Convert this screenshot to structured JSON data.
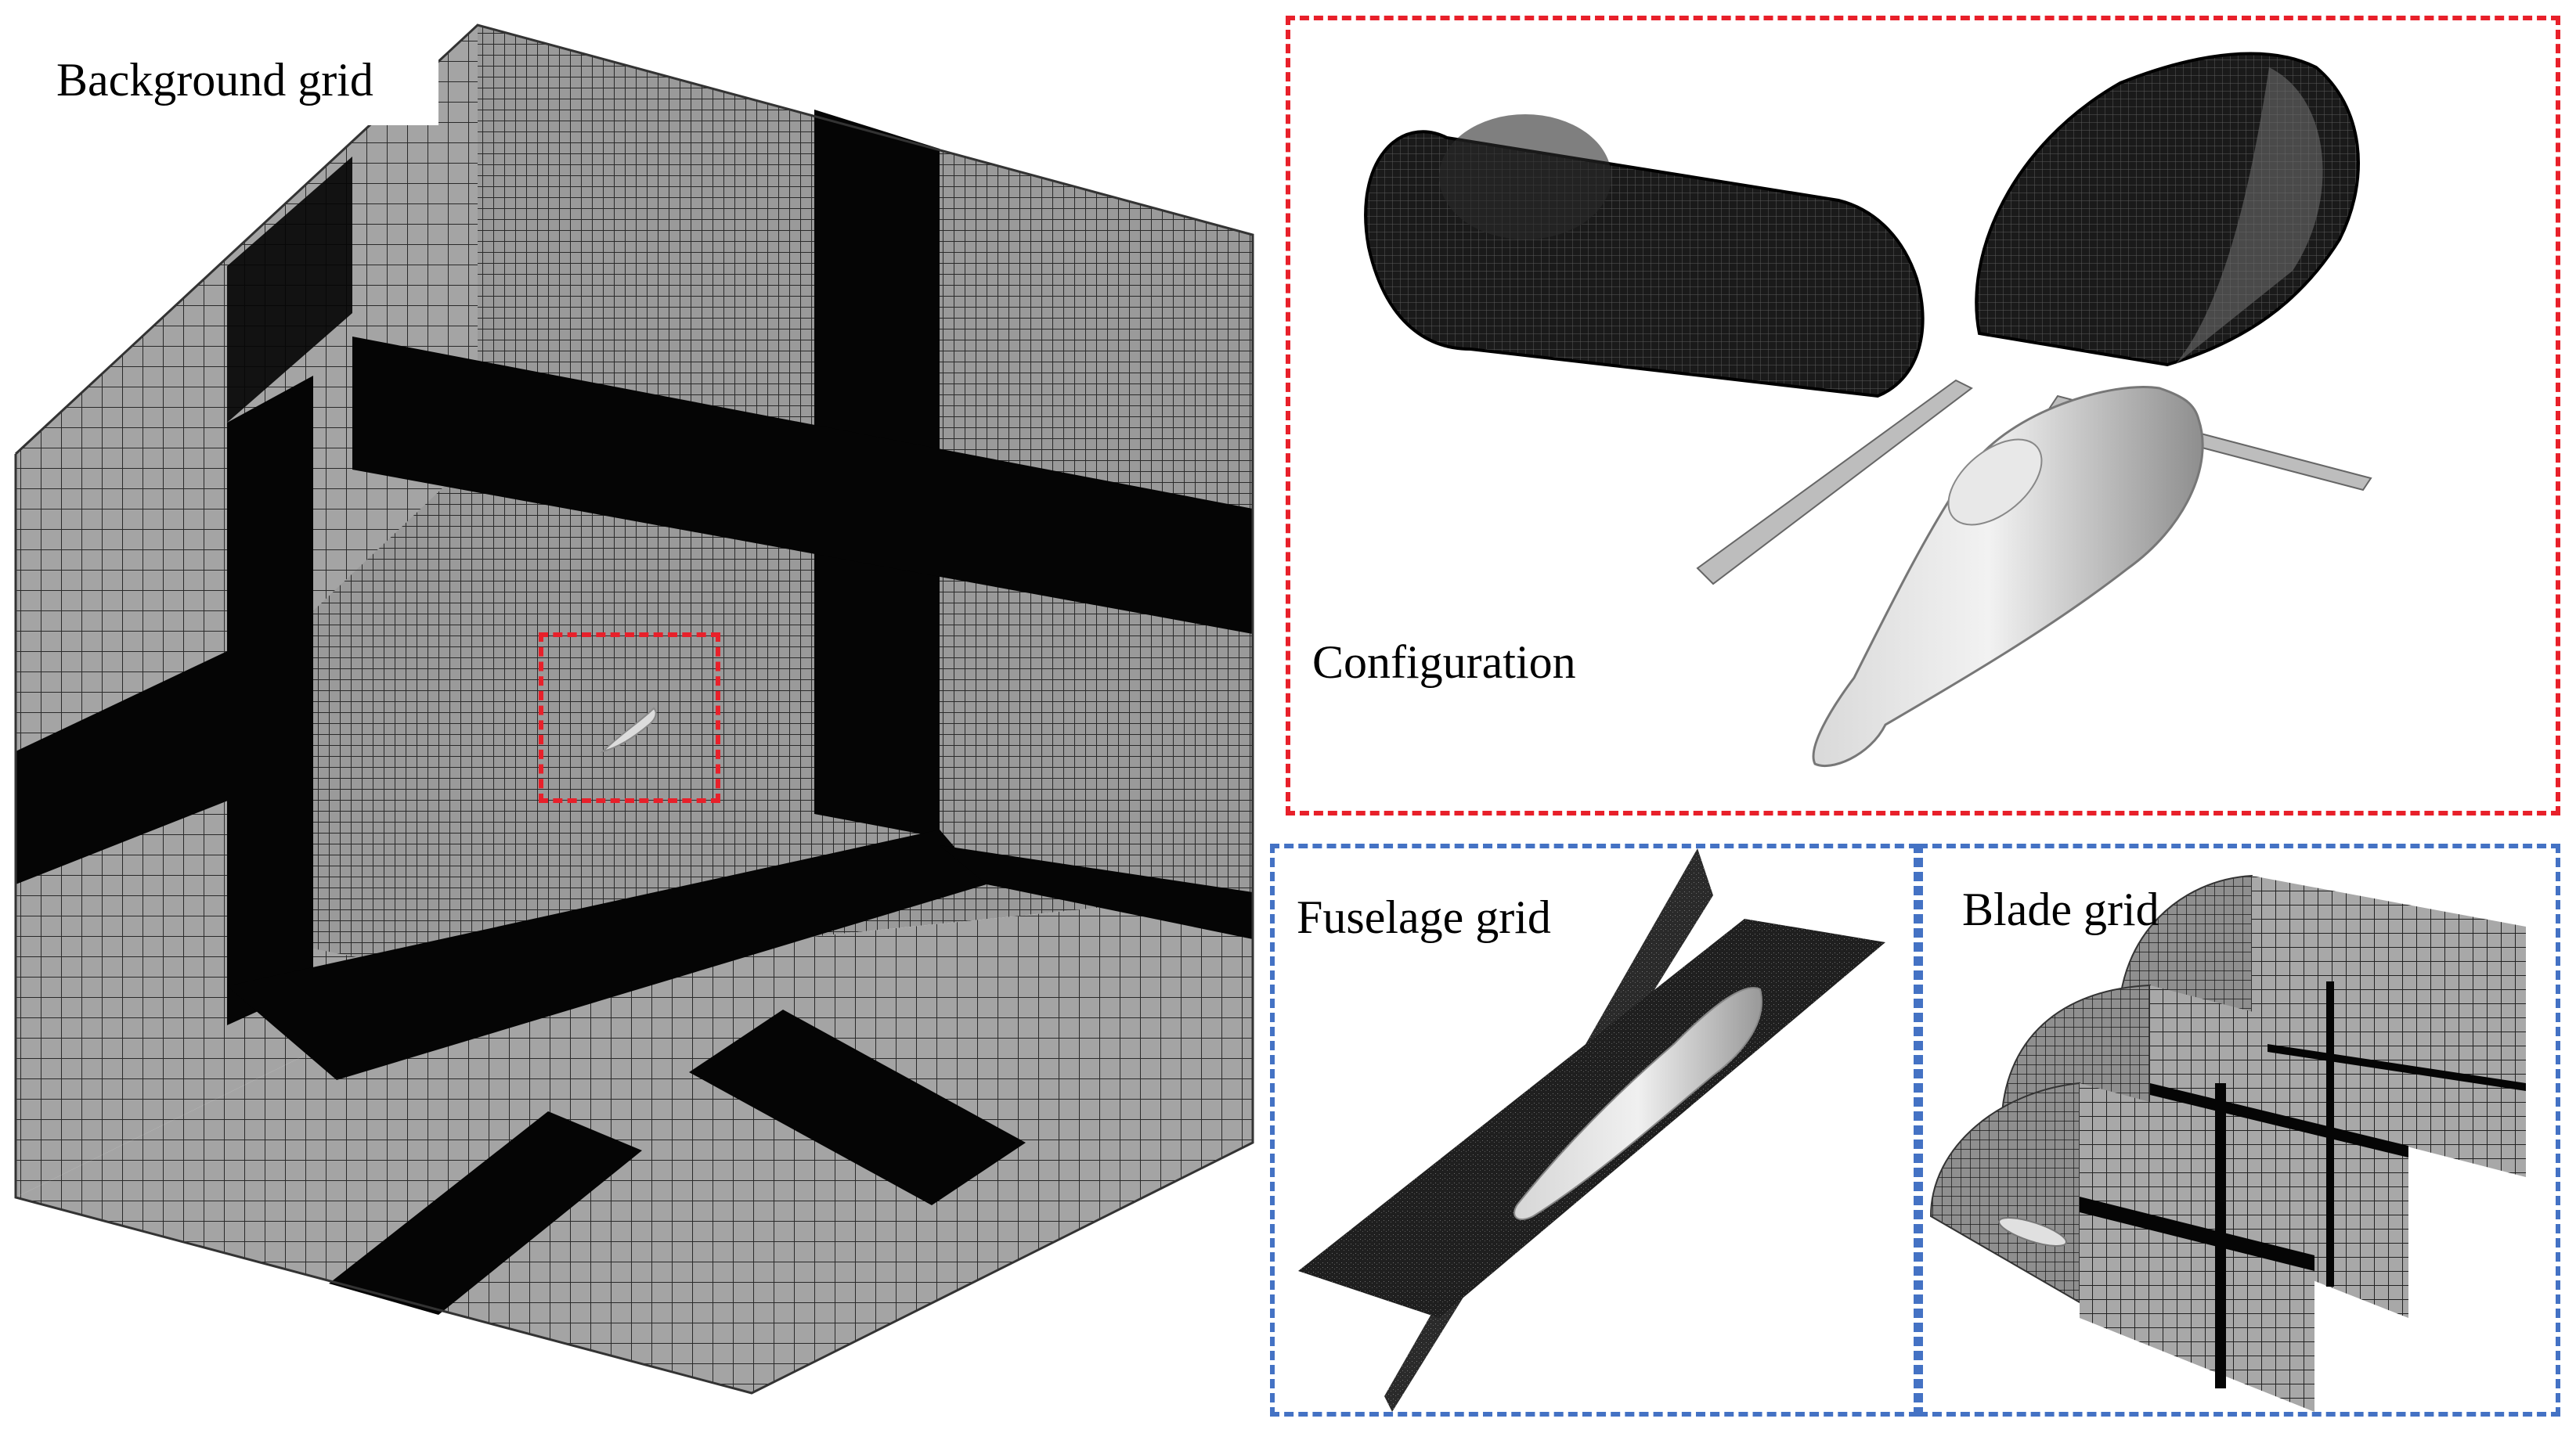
{
  "background_panel": {
    "label": "Background grid"
  },
  "configuration_panel": {
    "label": "Configuration",
    "frame_color": "#e8202a"
  },
  "fuselage_panel": {
    "label": "Fuselage grid",
    "frame_color": "#4472c4"
  },
  "blade_panel": {
    "label": "Blade grid",
    "frame_color": "#4472c4"
  },
  "zoom_marker": {
    "frame_color": "#e8202a"
  },
  "colors": {
    "grid_face": "#8a8a8a",
    "dense_band": "#050505",
    "surface": "#bdbdbd"
  }
}
